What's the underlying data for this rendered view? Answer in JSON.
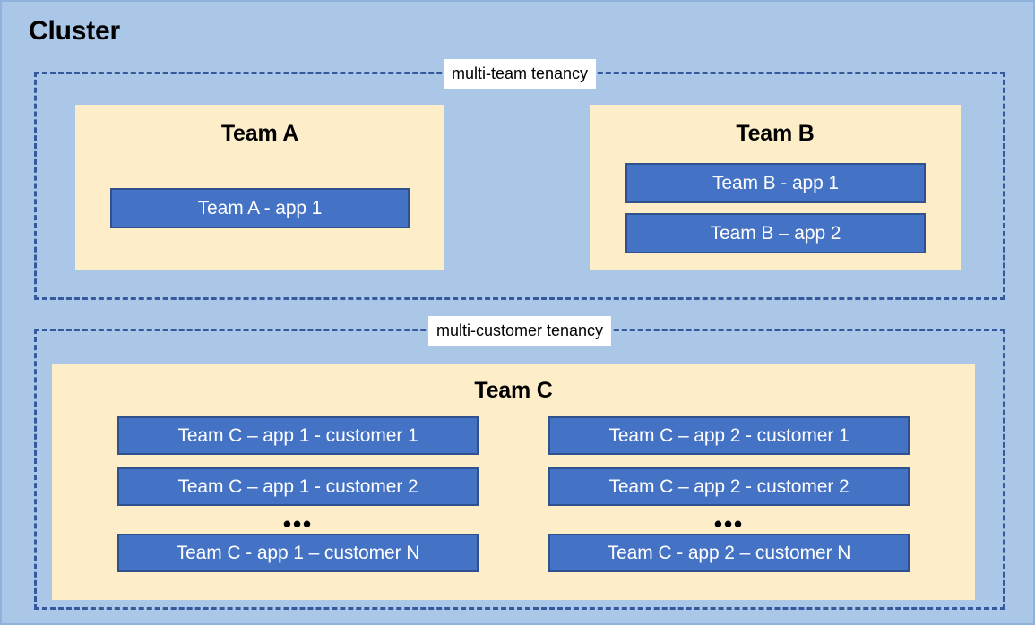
{
  "diagram": {
    "title": "Cluster",
    "colors": {
      "cluster_background": "#aac7e8",
      "cluster_border": "#8fb2dd",
      "zone_dashed_border": "#35599c",
      "team_box_fill": "#fdeec9",
      "app_box_fill": "#4472c4",
      "app_box_border": "#2f528f",
      "app_box_text": "#ffffff",
      "label_chip_background": "#ffffff",
      "text": "#000000"
    },
    "zones": [
      {
        "id": "multi-team",
        "label": "multi-team tenancy",
        "teams": [
          {
            "id": "team-a",
            "title": "Team A",
            "apps": [
              {
                "label": "Team A - app 1"
              }
            ]
          },
          {
            "id": "team-b",
            "title": "Team B",
            "apps": [
              {
                "label": "Team B - app 1"
              },
              {
                "label": "Team B – app 2"
              }
            ]
          }
        ]
      },
      {
        "id": "multi-customer",
        "label": "multi-customer tenancy",
        "teams": [
          {
            "id": "team-c",
            "title": "Team C",
            "columns": [
              {
                "id": "team-c-app-1",
                "items": [
                  {
                    "label": "Team C – app 1 - customer 1"
                  },
                  {
                    "label": "Team C – app 1 - customer 2"
                  }
                ],
                "ellipsis": "•••",
                "tail": {
                  "label": "Team C - app 1 – customer N"
                }
              },
              {
                "id": "team-c-app-2",
                "items": [
                  {
                    "label": "Team C – app 2 - customer 1"
                  },
                  {
                    "label": "Team C – app 2 - customer 2"
                  }
                ],
                "ellipsis": "•••",
                "tail": {
                  "label": "Team C - app 2 – customer N"
                }
              }
            ]
          }
        ]
      }
    ]
  }
}
